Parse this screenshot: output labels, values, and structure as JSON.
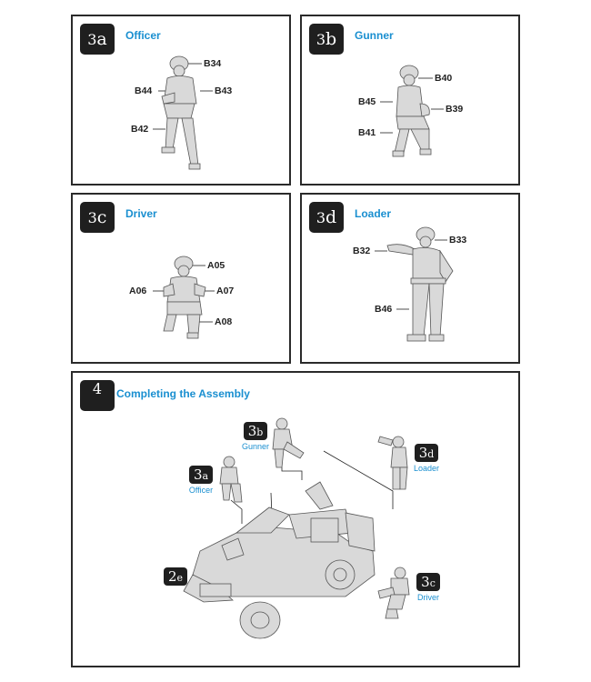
{
  "panels": [
    {
      "id": "3a",
      "num": "3",
      "letter": "a",
      "title": "Officer",
      "callouts": [
        "B34",
        "B44",
        "B43",
        "B42"
      ]
    },
    {
      "id": "3b",
      "num": "3",
      "letter": "b",
      "title": "Gunner",
      "callouts": [
        "B40",
        "B45",
        "B39",
        "B41"
      ]
    },
    {
      "id": "3c",
      "num": "3",
      "letter": "c",
      "title": "Driver",
      "callouts": [
        "A05",
        "A06",
        "A07",
        "A08"
      ]
    },
    {
      "id": "3d",
      "num": "3",
      "letter": "d",
      "title": "Loader",
      "callouts": [
        "B33",
        "B32",
        "B46"
      ]
    }
  ],
  "assembly": {
    "num": "4",
    "title": "Completing the Assembly",
    "figures": [
      {
        "num": "3",
        "letter": "b",
        "label": "Gunner"
      },
      {
        "num": "3",
        "letter": "d",
        "label": "Loader"
      },
      {
        "num": "3",
        "letter": "a",
        "label": "Officer"
      },
      {
        "num": "2",
        "letter": "e",
        "label": ""
      },
      {
        "num": "3",
        "letter": "c",
        "label": "Driver"
      }
    ]
  },
  "colors": {
    "accent": "#1a8fd0",
    "badge": "#1f1f1f",
    "border": "#2a2a2a"
  }
}
